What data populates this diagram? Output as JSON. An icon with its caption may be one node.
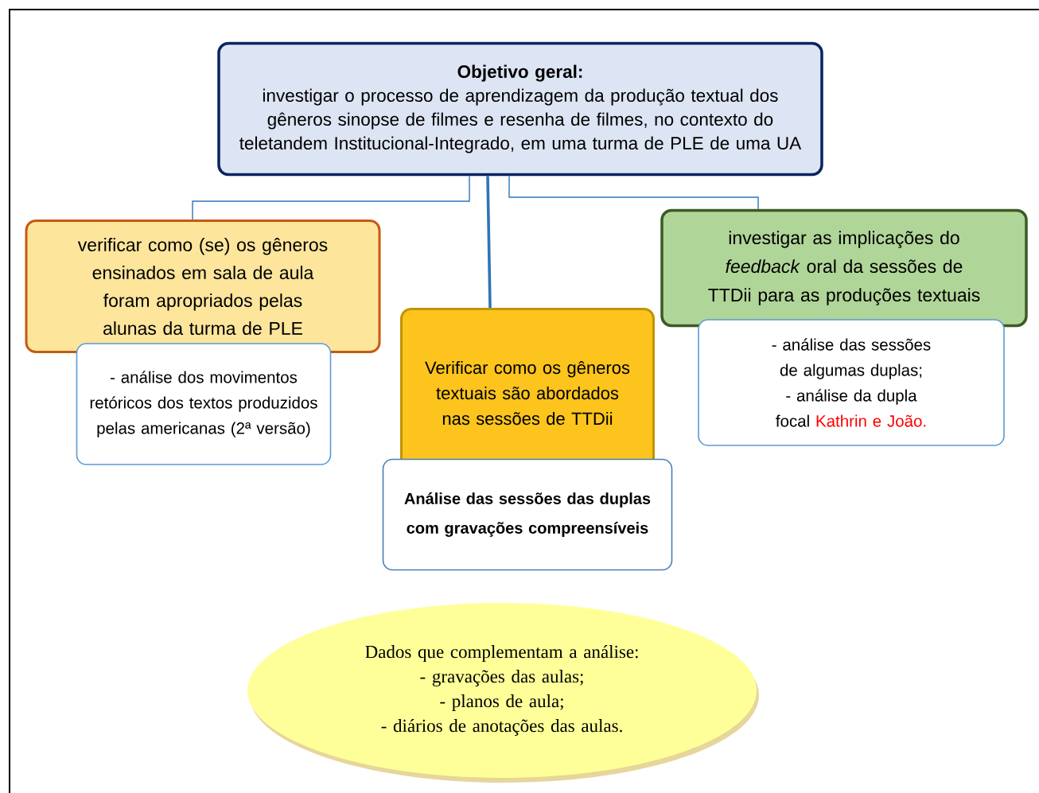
{
  "diagram": {
    "nodes": [
      {
        "text": [
          "Objetivo geral:",
          "investigar o processo de aprendizagem da produção textual dos gêneros sinopse de filmes e resenha de filmes, no contexto do teletandem Institucional-Integrado, em uma turma de PLE de uma UA"
        ]
      },
      {
        "text": [
          "verificar como (se) os gêneros ensinados em sala de aula foram apropriados pelas alunas da turma de PLE"
        ]
      },
      {
        "text": [
          "- análise dos movimentos retóricos dos textos produzidos pelas americanas (2ª versão)"
        ]
      },
      {
        "text": [
          "Verificar como os gêneros textuais são abordados nas sessões de TTDii"
        ]
      },
      {
        "text": [
          "Análise das sessões das duplas com gravações compreensíveis"
        ]
      },
      {
        "text": [
          "investigar as implicações do *feedback* oral da sessões de TTDii para as produções textuais"
        ]
      },
      {
        "text": [
          "- análise das sessões de algumas duplas;",
          "- análise da dupla focal",
          "Kathrin e João."
        ]
      },
      {
        "text": [
          "Dados que complementam a análise:",
          "- gravações das aulas;",
          "- planos de aula;",
          "- diários de anotações das aulas."
        ]
      }
    ],
    "edges": [
      {
        "from": 0,
        "to": 1,
        "arrow": "none"
      },
      {
        "from": 0,
        "to": 3,
        "arrow": "none",
        "style": "thick"
      },
      {
        "from": 0,
        "to": 5,
        "arrow": "none"
      }
    ]
  }
}
